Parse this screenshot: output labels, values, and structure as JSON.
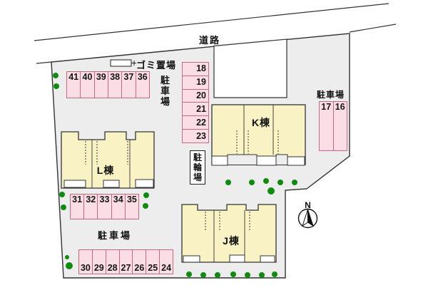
{
  "road": {
    "label": "道路"
  },
  "garbage": {
    "label": "ゴミ置場",
    "icon": "garbage-station-icon"
  },
  "bicycle": {
    "label": "駐輪場"
  },
  "compass": {
    "label": "N"
  },
  "buildings": [
    {
      "id": "L",
      "label": "L棟"
    },
    {
      "id": "K",
      "label": "K棟"
    },
    {
      "id": "J",
      "label": "J棟"
    }
  ],
  "parking": {
    "areas": [
      {
        "name": "north-row",
        "label": "駐車場",
        "spaces": [
          "41",
          "40",
          "39",
          "38",
          "37",
          "36"
        ]
      },
      {
        "name": "center-column",
        "label": "",
        "spaces": [
          "18",
          "19",
          "20",
          "21",
          "22",
          "23"
        ]
      },
      {
        "name": "east-pair",
        "label": "駐車場",
        "spaces": [
          "17",
          "16"
        ]
      },
      {
        "name": "middle-row",
        "label": "",
        "spaces": [
          "31",
          "32",
          "33",
          "34",
          "35"
        ]
      },
      {
        "name": "south-row",
        "label": "駐車場",
        "spaces": [
          "30",
          "29",
          "28",
          "27",
          "26",
          "25",
          "24"
        ]
      }
    ]
  },
  "colors": {
    "site_fill": "#ededed",
    "building_fill": "#f9f2c4",
    "parking_fill": "#fbdde6",
    "parking_border": "#c26a80",
    "tree_green": "#118a11",
    "line": "#333333"
  }
}
